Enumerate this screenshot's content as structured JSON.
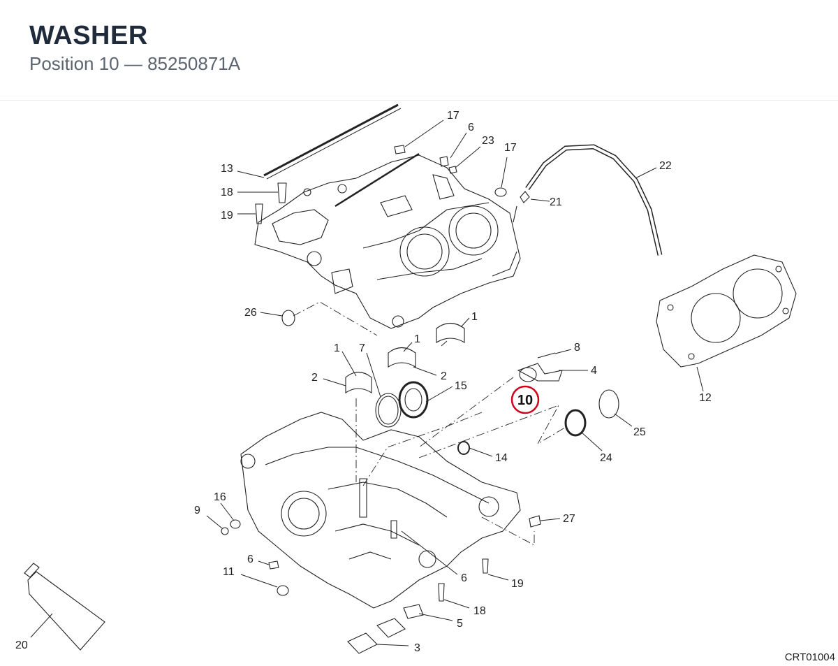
{
  "header": {
    "title": "WASHER",
    "subtitle": "Position 10 — 85250871A"
  },
  "diagram": {
    "highlight_label": "10",
    "highlight_color": "#d0021b",
    "drawing_code": "CRT01004",
    "callouts": [
      "17",
      "6",
      "23",
      "17",
      "22",
      "13",
      "18",
      "21",
      "19",
      "26",
      "1",
      "8",
      "1",
      "7",
      "1",
      "4",
      "2",
      "2",
      "15",
      "12",
      "25",
      "24",
      "14",
      "16",
      "9",
      "27",
      "6",
      "6",
      "11",
      "19",
      "18",
      "5",
      "20",
      "3"
    ]
  }
}
